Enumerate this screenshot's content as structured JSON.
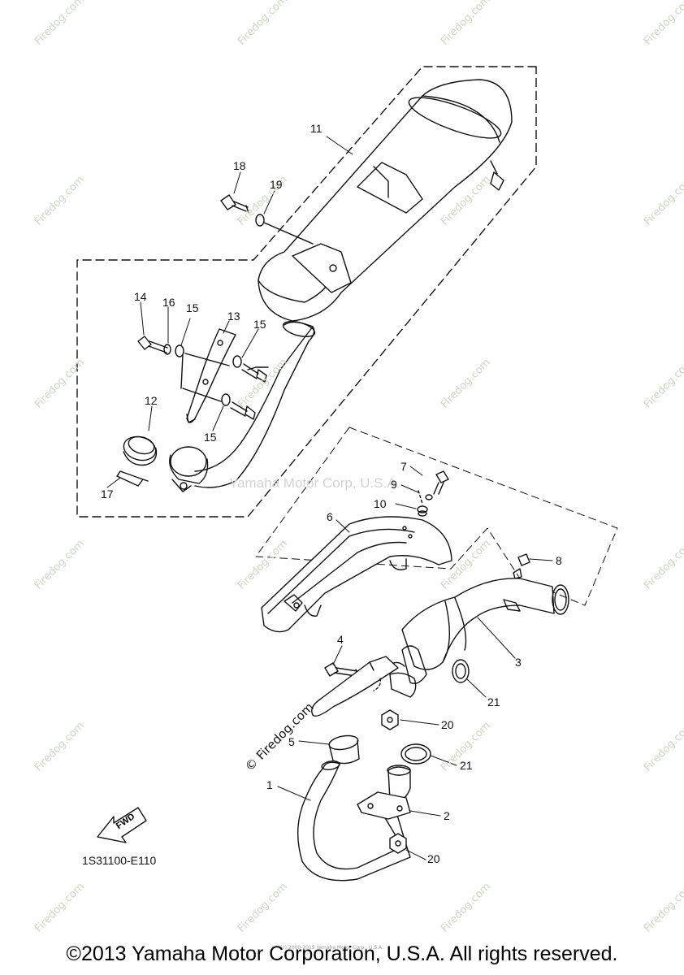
{
  "watermark": {
    "text": "Firedog.com",
    "bold_text": "Firedog.com",
    "copyright_glyph": "©"
  },
  "center_watermark": "Yamaha Motor Corp, U.S.A.",
  "callouts": {
    "c1": "1",
    "c2": "2",
    "c3": "3",
    "c4": "4",
    "c5": "5",
    "c6": "6",
    "c7": "7",
    "c8": "8",
    "c9": "9",
    "c10": "10",
    "c11": "11",
    "c12": "12",
    "c13": "13",
    "c14": "14",
    "c15a": "15",
    "c15b": "15",
    "c15c": "15",
    "c16": "16",
    "c17": "17",
    "c18": "18",
    "c19": "19",
    "c20a": "20",
    "c20b": "20",
    "c21a": "21",
    "c21b": "21"
  },
  "diagram_code": "1S31100-E110",
  "fwd_label": "FWD",
  "tiny_note": "(c) 2000-2015 Yamaha Motor Corp., U.S.A.",
  "copyright": "©2013 Yamaha Motor Corporation, U.S.A. All rights reserved."
}
